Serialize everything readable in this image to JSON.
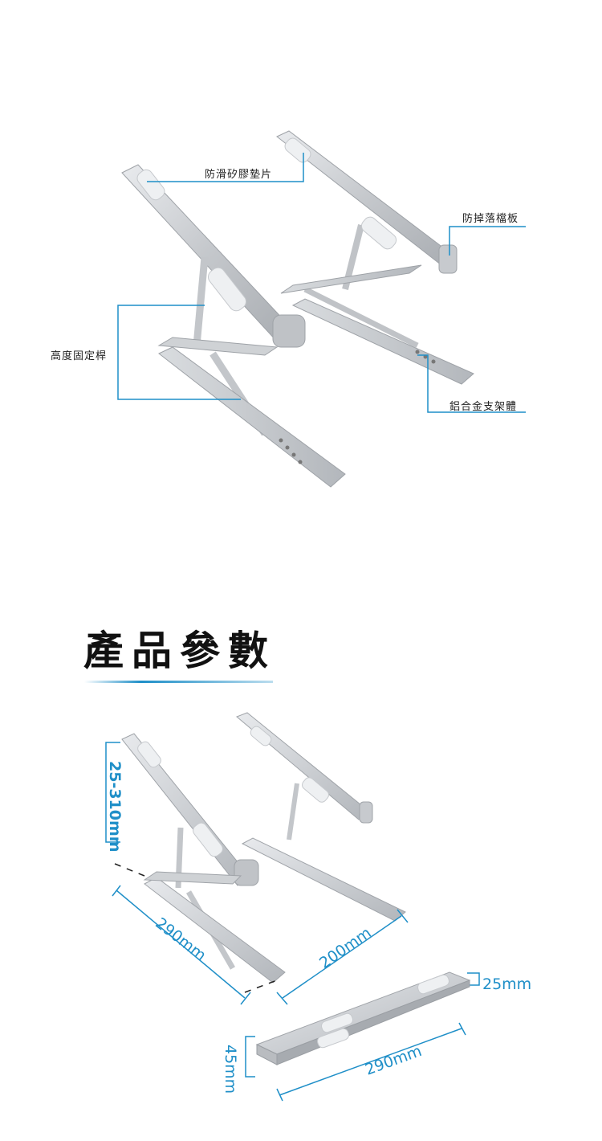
{
  "callouts": {
    "pad": "防滑矽膠墊片",
    "stopper": "防掉落檔板",
    "height_rod": "高度固定桿",
    "body": "鋁合金支架體"
  },
  "section": {
    "title": "產品參數"
  },
  "dimensions": {
    "height": "25-310mm",
    "length": "290mm",
    "width": "200mm",
    "folded_thickness": "25mm",
    "folded_length": "290mm",
    "folded_height": "45mm"
  },
  "colors": {
    "accent": "#1f8fc8",
    "aluminum": "#c9ccd0"
  }
}
